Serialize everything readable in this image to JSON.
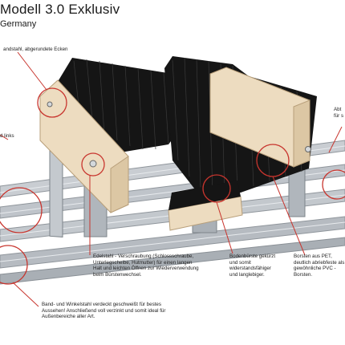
{
  "header": {
    "title": "Modell 3.0 Exklusiv",
    "subtitle": "Germany"
  },
  "annotations": {
    "top_left": "andstahl, abgerundete Ecken",
    "left_mid": "d links",
    "right_top": "Abt\nfür s",
    "screw": "Edelstahl - Verschraubung (Schlossschraube, Unterlegscheibe, Hutmutter) für einen langen Halt und leichten Öffnen zur Wiederverwendung beim Bürstenwechsel.",
    "floor_brush": "Bodenbürste gekürzt und somit widerstandsfähiger und langlebiger.",
    "bristles": "Borsten aus PET, deutlich abriebfeste als gewöhnliche PVC - Borsten.",
    "frame": "Band- und Winkelstahl verdeckt geschweißt für bestes Aussehen! Anschließend voll verzinkt und somit ideal für Außenbereiche aller Art."
  },
  "colors": {
    "accent_red": "#c8352e",
    "wood": "#eddcc0",
    "steel": "#b9bec4",
    "bristle": "#151515"
  }
}
